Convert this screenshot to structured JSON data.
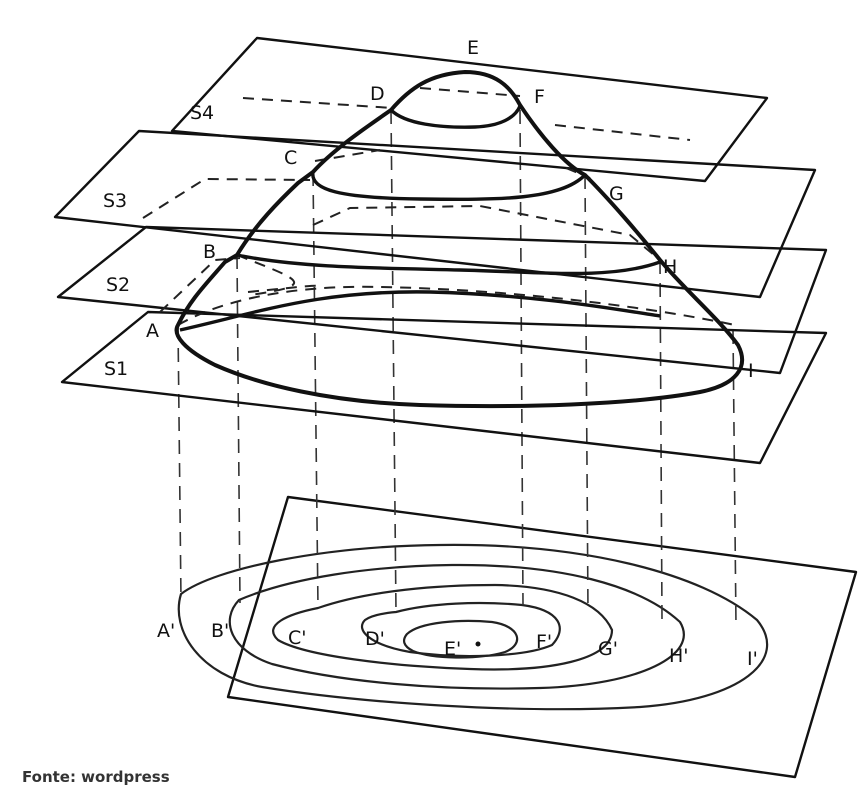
{
  "planes": [
    {
      "id": "s4",
      "label": "S4"
    },
    {
      "id": "s3",
      "label": "S3"
    },
    {
      "id": "s2",
      "label": "S2"
    },
    {
      "id": "s1",
      "label": "S1"
    }
  ],
  "profile_points": {
    "a": "A",
    "b": "B",
    "c": "C",
    "d": "D",
    "e": "E",
    "f": "F",
    "g": "G",
    "h": "H",
    "i": "I"
  },
  "projected_points": {
    "a": "A'",
    "b": "B'",
    "c": "C'",
    "d": "D'",
    "e": "E'",
    "f": "F'",
    "g": "G'",
    "h": "H'",
    "i": "I'"
  },
  "source": "Fonte: wordpress"
}
